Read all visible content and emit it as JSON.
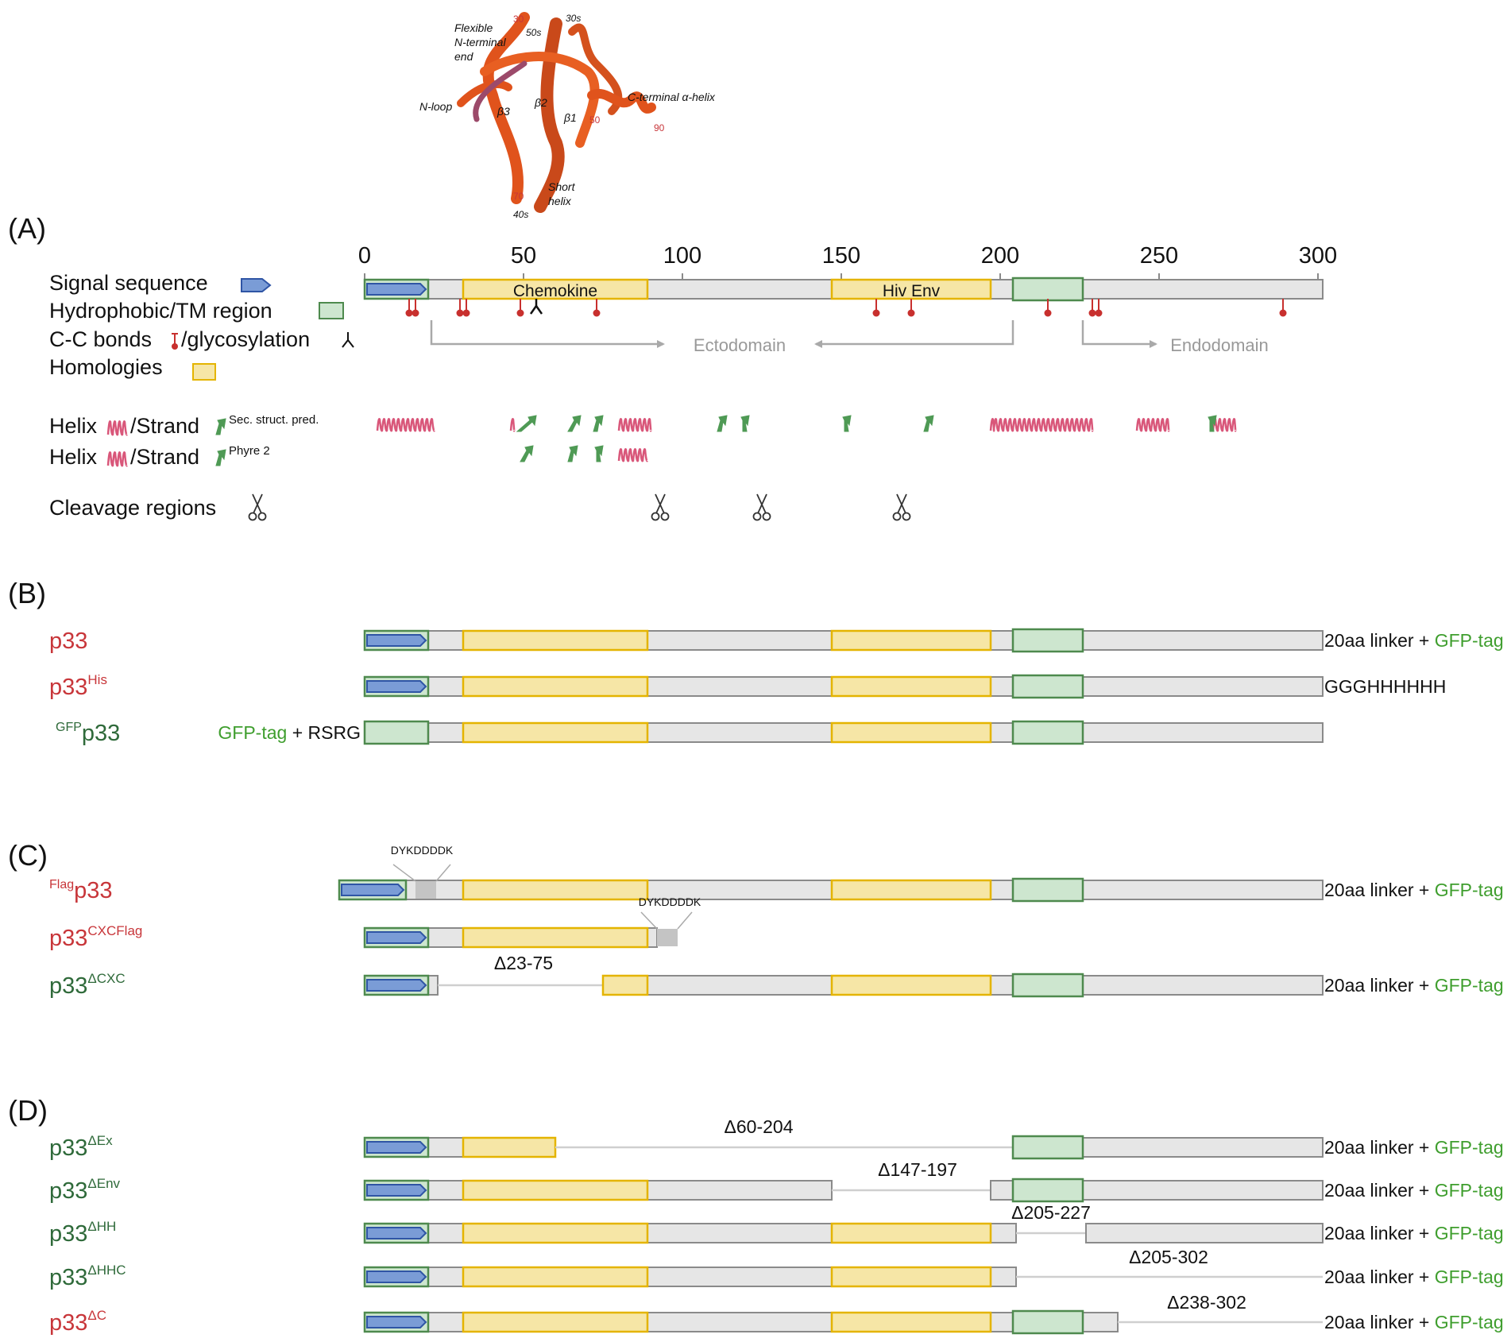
{
  "colors": {
    "name_red": "#c8363a",
    "name_green": "#2f6a3a",
    "gfp_green": "#3f9e2e",
    "signal_fill": "#7a9cd6",
    "signal_stroke": "#2f55a5",
    "tm_fill": "#cde6cf",
    "tm_stroke": "#4e8a4e",
    "homology_fill": "#f6e6a6",
    "homology_stroke": "#e4b400",
    "bar_fill": "#e6e6e6",
    "bar_stroke": "#8a8a8a",
    "helix": "#d9577a",
    "strand": "#4f9a55",
    "ccbond": "#c8302e",
    "arrow_gray": "#a9a9a9",
    "ribbon": "#e0531c"
  },
  "structure": {
    "labels": [
      "Flexible",
      "N-terminal",
      "end",
      "N-loop",
      "β3",
      "β2",
      "β1",
      "C-terminal α-helix",
      "Short",
      "helix",
      "30s",
      "50s",
      "40s"
    ],
    "residue_numbers": [
      "30",
      "50",
      "70",
      "90"
    ]
  },
  "panels": {
    "a": "(A)",
    "b": "(B)",
    "c": "(C)",
    "d": "(D)"
  },
  "axis": {
    "ticks": [
      0,
      50,
      100,
      150,
      200,
      250,
      300
    ],
    "tick_labels": [
      "0",
      "50",
      "100",
      "150",
      "200",
      "250",
      "300"
    ]
  },
  "legend": {
    "signal": "Signal sequence",
    "tm": "Hydrophobic/TM region",
    "cc_a": "C-C bonds",
    "cc_b": "/glycosylation",
    "homologies": "Homologies",
    "helix": "Helix",
    "strand": "/Strand",
    "sec_pred": "Sec. struct. pred.",
    "phyre": "Phyre 2",
    "cleavage": "Cleavage regions"
  },
  "domains": {
    "chemokine": "Chemokine",
    "hiv_env": "Hiv Env",
    "ectodomain": "Ectodomain",
    "endodomain": "Endodomain"
  },
  "features": {
    "cc_bonds": [
      14,
      16,
      30,
      32,
      49,
      73,
      161,
      172,
      215,
      229,
      231,
      289
    ],
    "glycosylation": [
      54
    ],
    "cleavage": [
      93,
      125,
      169
    ],
    "sec_pred_helix": [
      [
        4,
        22
      ],
      [
        46,
        47
      ],
      [
        80,
        90
      ],
      [
        197,
        198
      ],
      [
        198,
        229
      ],
      [
        243,
        253
      ],
      [
        267,
        274
      ]
    ],
    "sec_pred_strand": [
      [
        48,
        54
      ],
      [
        64,
        68
      ],
      [
        72,
        75
      ],
      [
        111,
        114
      ],
      [
        119,
        121
      ],
      [
        151,
        153
      ],
      [
        176,
        179
      ],
      [
        266,
        268
      ]
    ],
    "phyre_helix": [
      [
        80,
        89
      ]
    ],
    "phyre_strand": [
      [
        49,
        53
      ],
      [
        64,
        67
      ],
      [
        73,
        75
      ]
    ]
  },
  "constructs": [
    {
      "id": "p33",
      "name": "p33",
      "sup": "",
      "pre": "",
      "color": "red",
      "label": "20aa linker + GFP-tag"
    },
    {
      "id": "p33his",
      "name": "p33",
      "sup": "His",
      "pre": "",
      "color": "red",
      "label": "GGGHHHHHH"
    },
    {
      "id": "gfpp33",
      "name": "p33",
      "sup": "",
      "pre": "GFP",
      "color": "green",
      "label": "GFP-tag + RSRG"
    },
    {
      "id": "flagp33",
      "name": "p33",
      "sup": "",
      "pre": "Flag",
      "color": "red",
      "label": "20aa linker + GFP-tag",
      "tag": "DYKDDDDK"
    },
    {
      "id": "p33cxcflag",
      "name": "p33",
      "sup": "CXCFlag",
      "pre": "",
      "color": "red",
      "label": "",
      "tag": "DYKDDDDK"
    },
    {
      "id": "p33dcxc",
      "name": "p33",
      "sup": "ΔCXC",
      "pre": "",
      "color": "green",
      "label": "20aa linker + GFP-tag",
      "deletion": "Δ23-75"
    },
    {
      "id": "p33dex",
      "name": "p33",
      "sup": "ΔEx",
      "pre": "",
      "color": "green",
      "label": "20aa linker + GFP-tag",
      "deletion": "Δ60-204"
    },
    {
      "id": "p33denv",
      "name": "p33",
      "sup": "ΔEnv",
      "pre": "",
      "color": "green",
      "label": "20aa linker + GFP-tag",
      "deletion": "Δ147-197"
    },
    {
      "id": "p33dhh",
      "name": "p33",
      "sup": "ΔHH",
      "pre": "",
      "color": "green",
      "label": "20aa linker + GFP-tag",
      "deletion": "Δ205-227"
    },
    {
      "id": "p33dhhc",
      "name": "p33",
      "sup": "ΔHHC",
      "pre": "",
      "color": "green",
      "label": "20aa linker + GFP-tag",
      "deletion": "Δ205-302"
    },
    {
      "id": "p33dc",
      "name": "p33",
      "sup": "ΔC",
      "pre": "",
      "color": "red",
      "label": "20aa linker + GFP-tag",
      "deletion": "Δ238-302"
    }
  ]
}
